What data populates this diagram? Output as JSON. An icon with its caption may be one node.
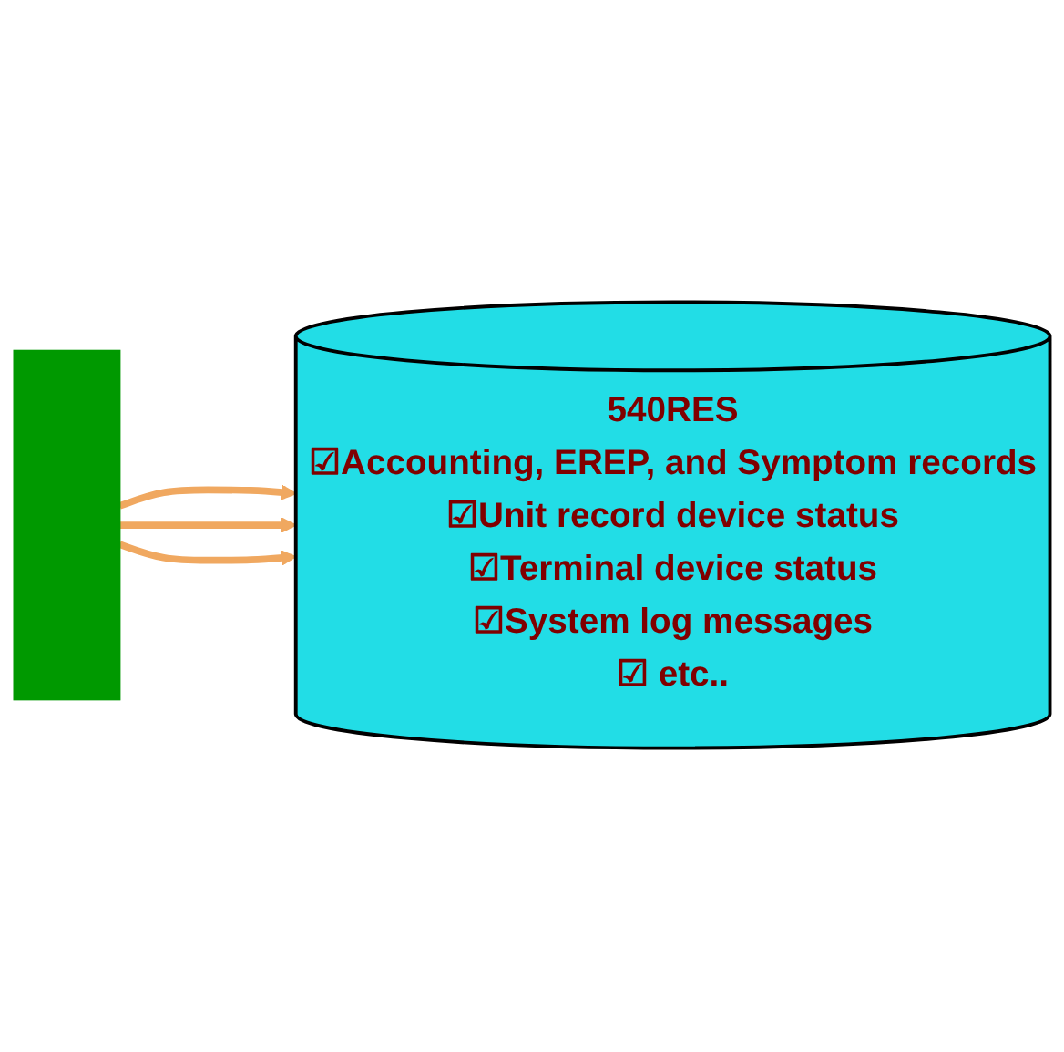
{
  "diagram": {
    "nodes": [
      {
        "text": [],
        "shape": "bar"
      },
      {
        "text": [
          "540RES",
          "☑Accounting, EREP, and Symptom records",
          "☑Unit record device status",
          "☑Terminal device status",
          "☑System log messages",
          "☑ etc.."
        ]
      }
    ],
    "edges": [
      {
        "from": 0,
        "to": 1,
        "arrow": "to"
      },
      {
        "from": 0,
        "to": 1,
        "arrow": "to"
      },
      {
        "from": 0,
        "to": 1,
        "arrow": "to"
      }
    ]
  }
}
